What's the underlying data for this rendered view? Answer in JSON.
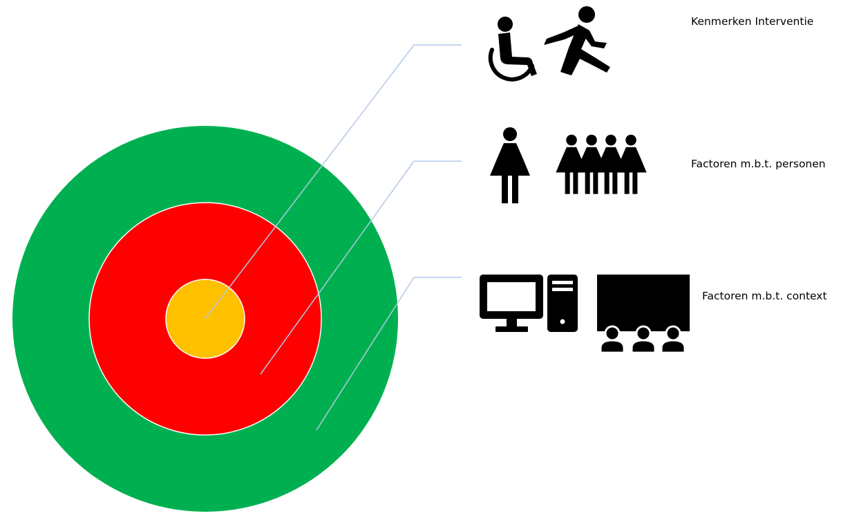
{
  "diagram": {
    "levels": [
      {
        "label": "Kenmerken Interventie",
        "color": "#FFC000",
        "icons": [
          "wheelchair-user-icon",
          "running-person-icon"
        ]
      },
      {
        "label": "Factoren m.b.t. personen",
        "color": "#FF0000",
        "icons": [
          "woman-icon",
          "group-of-people-icon"
        ]
      },
      {
        "label": "Factoren m.b.t. context",
        "color": "#00B050",
        "icons": [
          "desktop-computer-icon",
          "presentation-audience-icon"
        ]
      }
    ],
    "connector_color": "#B4C7E7",
    "ring_border_color": "#FFFFFF"
  }
}
